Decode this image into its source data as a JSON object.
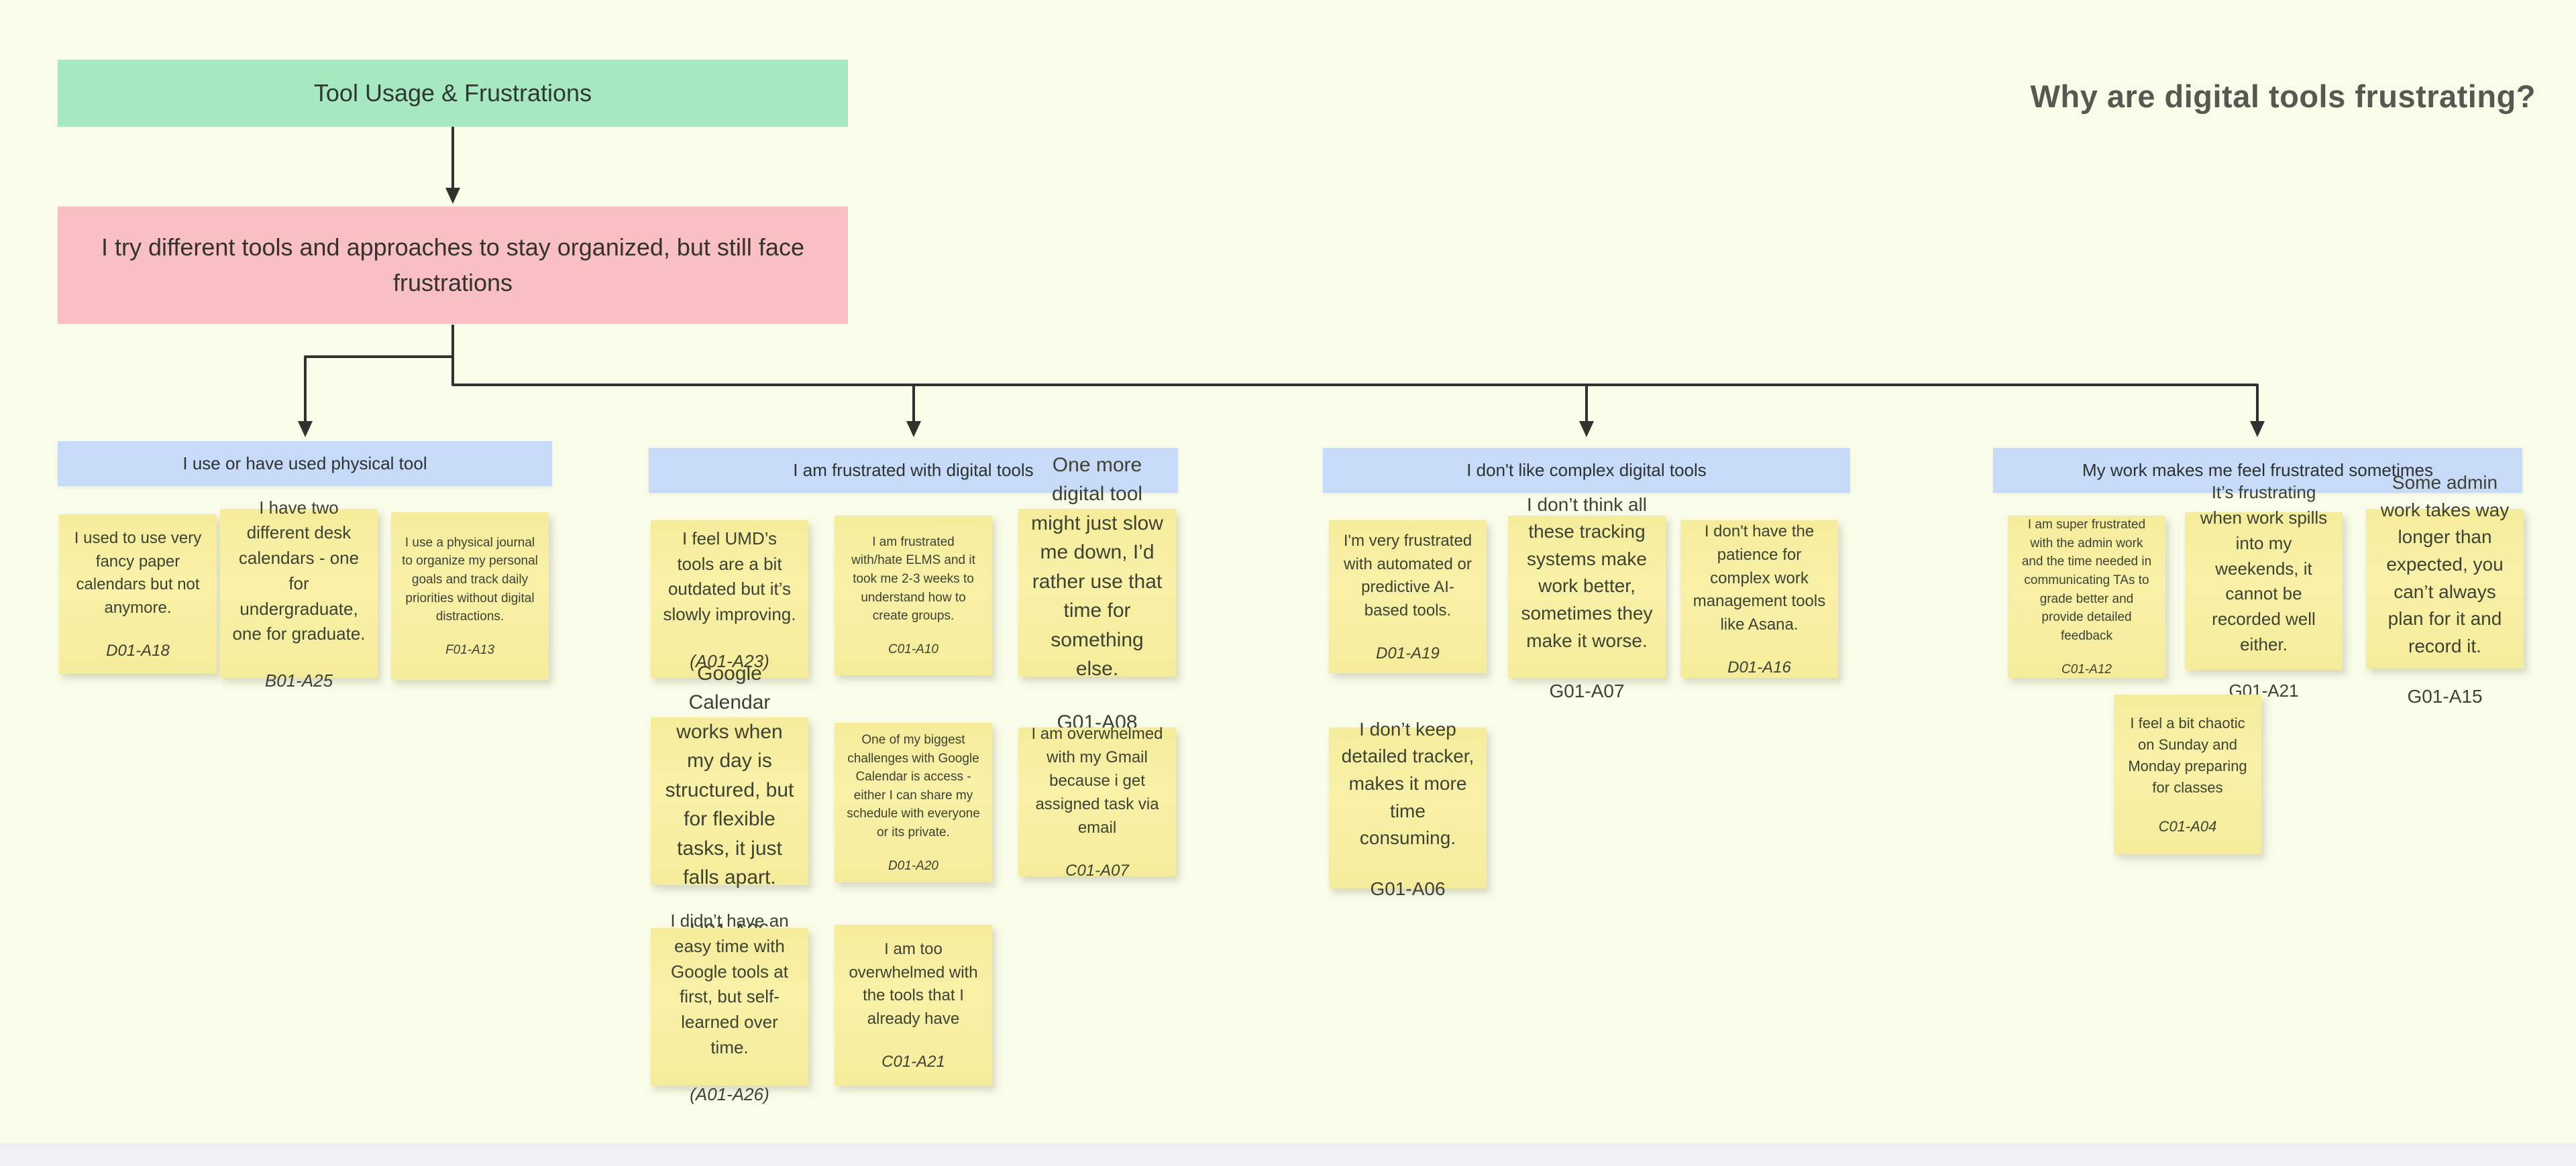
{
  "board": {
    "title": "Why are digital tools frustrating?",
    "root_label": "Tool Usage & Frustrations",
    "theme_label": "I try different tools and approaches to stay organized, but still face frustrations",
    "colors": {
      "background": "#f8fce9",
      "root_green": "#a6e9c1",
      "theme_pink": "#f9c0c4",
      "category_blue": "#c7dbf9",
      "note_yellow": "#f6ee9e",
      "connector_ink": "#2e332f"
    }
  },
  "categories": [
    {
      "label": "I use or have used physical tool",
      "notes": [
        {
          "text": "I used to use very fancy paper calendars but not anymore.",
          "code": "D01-A18"
        },
        {
          "text": "I have two different desk calendars - one for undergraduate, one for graduate.",
          "code": "B01-A25"
        },
        {
          "text": "I use a physical journal to organize my personal goals and track daily priorities without digital distractions.",
          "code": "F01-A13"
        }
      ]
    },
    {
      "label": "I am frustrated with digital tools",
      "notes": [
        {
          "text": "I feel UMD’s tools are a bit outdated but it’s slowly improving.",
          "code": "(A01-A23)"
        },
        {
          "text": "I am frustrated with/hate ELMS and it took me 2-3 weeks to understand how to create groups.",
          "code": "C01-A10"
        },
        {
          "text": "One more digital tool might just slow me down, I’d rather use that time for something else.",
          "code": "G01-A08"
        },
        {
          "text": "Google Calendar works when my day is structured, but for flexible tasks, it just falls apart.",
          "code": "H01-A06"
        },
        {
          "text": "One of my biggest challenges with Google Calendar is access - either I can share my schedule with everyone or its private.",
          "code": "D01-A20"
        },
        {
          "text": "I am overwhelmed with my Gmail because i get assigned task via email",
          "code": "C01-A07"
        },
        {
          "text": "I didn’t have an easy time with Google tools at first, but self-learned over time.",
          "code": "(A01-A26)"
        },
        {
          "text": "I am too overwhelmed with the tools that I already have",
          "code": "C01-A21"
        }
      ]
    },
    {
      "label": "I don't like complex digital tools",
      "notes": [
        {
          "text": "I'm very frustrated with automated or predictive AI-based tools.",
          "code": "D01-A19"
        },
        {
          "text": "I don’t think all these tracking systems make work better, sometimes they make it worse.",
          "code": "G01-A07"
        },
        {
          "text": "I don't have the patience for complex work management tools like Asana.",
          "code": "D01-A16"
        },
        {
          "text": "I don’t keep detailed tracker, makes it more time consuming.",
          "code": "G01-A06"
        }
      ]
    },
    {
      "label": "My work makes me feel frustrated sometimes",
      "notes": [
        {
          "text": "I am super frustrated with the admin work and the time needed in communicating TAs to grade better and provide detailed feedback",
          "code": "C01-A12"
        },
        {
          "text": "It’s frustrating when work spills into my weekends, it cannot be recorded well either.",
          "code": "G01-A21"
        },
        {
          "text": "Some admin work takes way longer than expected, you can’t always plan for it and record it.",
          "code": "G01-A15"
        },
        {
          "text": "I feel a bit chaotic on Sunday and Monday preparing for classes",
          "code": "C01-A04"
        }
      ]
    }
  ]
}
